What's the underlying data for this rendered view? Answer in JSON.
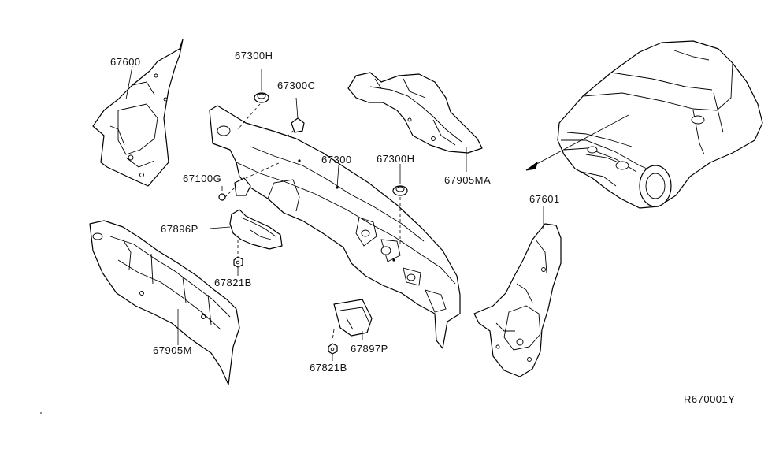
{
  "diagram_id": "R670001Y",
  "labels": {
    "p67600": "67600",
    "p67300H_top": "67300H",
    "p67300C": "67300C",
    "p67300": "67300",
    "p67300H_mid": "67300H",
    "p67905MA": "67905MA",
    "p67100G": "67100G",
    "p67896P": "67896P",
    "p67821B_left": "67821B",
    "p67601": "67601",
    "p67905M": "67905M",
    "p67897P": "67897P",
    "p67821B_bottom": "67821B"
  }
}
